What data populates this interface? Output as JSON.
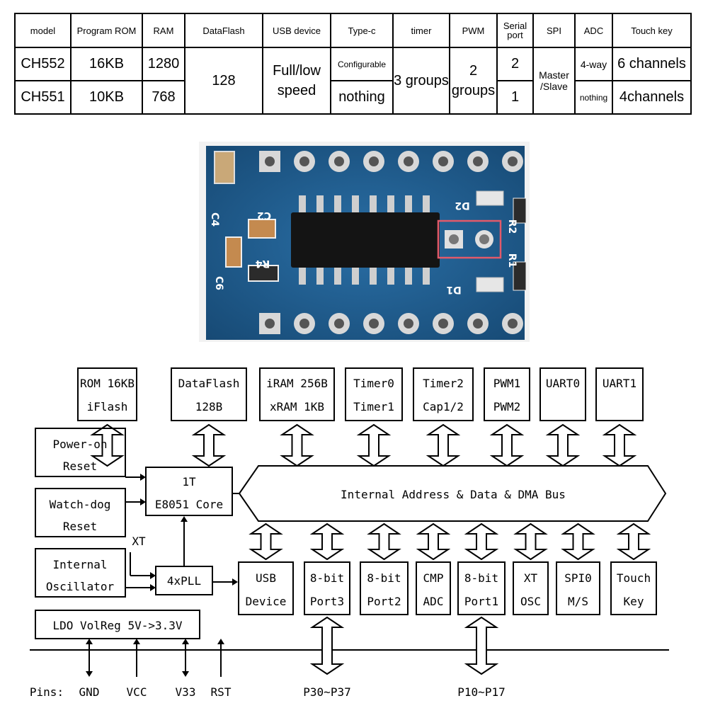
{
  "table": {
    "headers": [
      "model",
      "Program ROM",
      "RAM",
      "DataFlash",
      "USB device",
      "Type-c",
      "timer",
      "PWM",
      "Serial port",
      "SPI",
      "ADC",
      "Touch key"
    ],
    "ch552": {
      "model": "CH552",
      "rom": "16KB",
      "ram": "1280",
      "dataflash": "128",
      "usb": "Full/low speed",
      "typec": "Configurable",
      "timer": "3 groups",
      "pwm": "2 groups",
      "serial": "2",
      "spi": "Master /Slave",
      "adc": "4-way",
      "touch": "6 channels"
    },
    "ch551": {
      "model": "CH551",
      "rom": "10KB",
      "ram": "768",
      "typec": "nothing",
      "serial": "1",
      "adc": "nothing",
      "touch": "4channels"
    }
  },
  "photo": {
    "silkscreen": [
      "C2",
      "C4",
      "R4",
      "C6",
      "D2",
      "R2",
      "R1",
      "D1"
    ]
  },
  "diagram": {
    "top_blocks": [
      [
        "ROM 16KB",
        "iFlash"
      ],
      [
        "DataFlash",
        "128B"
      ],
      [
        "iRAM 256B",
        "xRAM 1KB"
      ],
      [
        "Timer0",
        "Timer1"
      ],
      [
        "Timer2",
        "Cap1/2"
      ],
      [
        "PWM1",
        "PWM2"
      ],
      [
        "UART0"
      ],
      [
        "UART1"
      ]
    ],
    "left_blocks": {
      "power_on": [
        "Power-on",
        "Reset"
      ],
      "watchdog": [
        "Watch-dog",
        "Reset"
      ],
      "oscillator": [
        "Internal",
        "Oscillator"
      ],
      "ldo": "LDO VolReg 5V->3.3V"
    },
    "core": [
      "1T",
      "E8051 Core"
    ],
    "pll": "4xPLL",
    "xt_label": "XT",
    "bus_label": "Internal Address & Data & DMA Bus",
    "bottom_blocks": [
      [
        "USB",
        "Device"
      ],
      [
        "8-bit",
        "Port3"
      ],
      [
        "8-bit",
        "Port2"
      ],
      [
        "CMP",
        "ADC"
      ],
      [
        "8-bit",
        "Port1"
      ],
      [
        "XT",
        "OSC"
      ],
      [
        "SPI0",
        "M/S"
      ],
      [
        "Touch",
        "Key"
      ]
    ],
    "pins_label": "Pins:",
    "pins": [
      "GND",
      "VCC",
      "V33",
      "RST"
    ],
    "port_pins": [
      "P30~P37",
      "P10~P17"
    ],
    "colors": {
      "pcb": "#1f5a8a",
      "highlight": "#e25a6a"
    }
  }
}
